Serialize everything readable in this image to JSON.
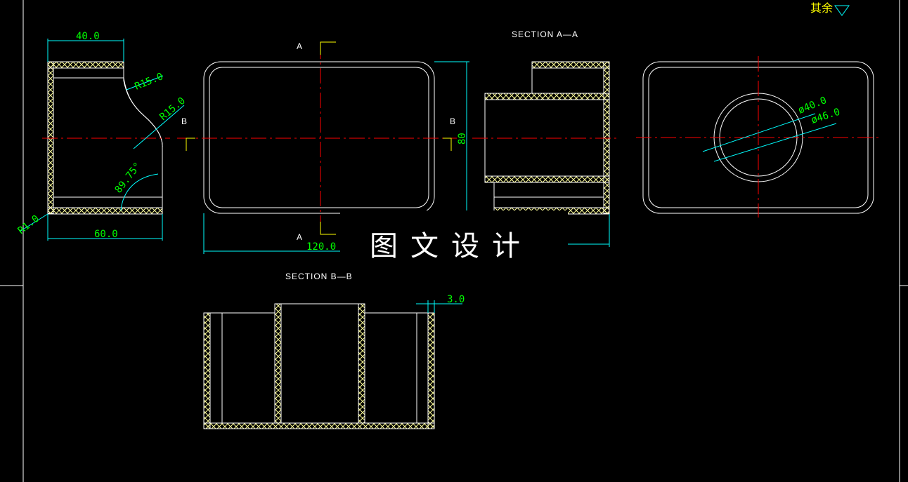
{
  "colors": {
    "background": "#000000",
    "outline": "#ffffff",
    "hatch": "#ffff99",
    "dimension": "#00ffff",
    "dimension_text": "#00ff00",
    "centerline": "#ff0000",
    "marker": "#ffff00",
    "watermark": "#ffffff"
  },
  "labels": {
    "section_aa": "SECTION  A—A",
    "section_bb": "SECTION  B—B",
    "cut_a_top": "A",
    "cut_a_bottom": "A",
    "cut_b_left": "B",
    "cut_b_right": "B",
    "corner_note": "其余",
    "watermark": "图文设计"
  },
  "dimensions": {
    "width_40": "40.0",
    "radius_15_a": "R15.0",
    "radius_15_b": "R15.0",
    "angle": "89.75°",
    "radius_1": "R1.0",
    "width_60": "60.0",
    "width_120": "120.0",
    "height_80": "80",
    "dia_40": "ø40.0",
    "dia_46": "ø46.0",
    "wall_3": "3.0"
  }
}
